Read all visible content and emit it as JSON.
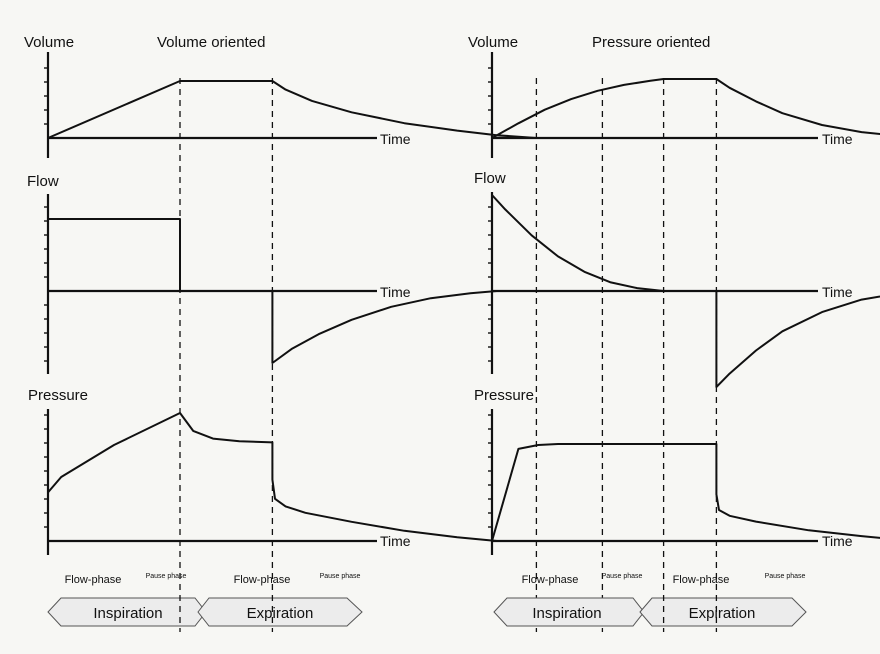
{
  "figure": {
    "panels": [
      {
        "title": "Volume oriented",
        "volume_label": "Volume",
        "flow_label": "Flow",
        "pressure_label": "Pressure",
        "time_label": "Time",
        "phases": [
          "Flow-phase",
          "Pause phase",
          "Flow-phase",
          "Pause phase"
        ],
        "inspiration_label": "Inspiration",
        "expiration_label": "Expiration"
      },
      {
        "title": "Pressure oriented",
        "volume_label": "Volume",
        "flow_label": "Flow",
        "pressure_label": "Pressure",
        "time_label": "Time",
        "phases": [
          "Flow-phase",
          "Pause phase",
          "Flow-phase",
          "Pause phase"
        ],
        "inspiration_label": "Inspiration",
        "expiration_label": "Expiration"
      }
    ]
  },
  "chart_data": [
    {
      "type": "line",
      "title": "Volume oriented",
      "boundaries": [
        1.0,
        1.7,
        3.7,
        4.2
      ],
      "series": [
        {
          "name": "Volume",
          "points": [
            [
              0,
              0
            ],
            [
              1,
              1
            ],
            [
              1.7,
              1
            ],
            [
              1.8,
              0.85
            ],
            [
              2.0,
              0.65
            ],
            [
              2.3,
              0.45
            ],
            [
              2.7,
              0.26
            ],
            [
              3.1,
              0.13
            ],
            [
              3.4,
              0.05
            ],
            [
              3.7,
              0
            ],
            [
              4.2,
              0
            ]
          ]
        },
        {
          "name": "Flow",
          "points": [
            [
              0,
              0
            ],
            [
              0,
              1
            ],
            [
              1,
              1
            ],
            [
              1,
              0
            ],
            [
              1.7,
              0
            ],
            [
              1.7,
              -1
            ],
            [
              1.85,
              -0.8
            ],
            [
              2.05,
              -0.6
            ],
            [
              2.3,
              -0.4
            ],
            [
              2.6,
              -0.22
            ],
            [
              2.9,
              -0.1
            ],
            [
              3.2,
              -0.03
            ],
            [
              3.4,
              0
            ],
            [
              4.2,
              0
            ]
          ]
        },
        {
          "name": "Pressure",
          "points": [
            [
              0,
              0.38
            ],
            [
              0.1,
              0.5
            ],
            [
              0.5,
              0.75
            ],
            [
              1,
              1
            ],
            [
              1.1,
              0.86
            ],
            [
              1.25,
              0.8
            ],
            [
              1.45,
              0.78
            ],
            [
              1.7,
              0.77
            ],
            [
              1.7,
              0.48
            ],
            [
              1.72,
              0.33
            ],
            [
              1.8,
              0.27
            ],
            [
              1.95,
              0.22
            ],
            [
              2.3,
              0.15
            ],
            [
              2.7,
              0.08
            ],
            [
              3.1,
              0.03
            ],
            [
              3.4,
              0
            ],
            [
              4.2,
              0
            ]
          ]
        }
      ]
    },
    {
      "type": "line",
      "title": "Pressure oriented",
      "boundaries": [
        1.3,
        1.7,
        3.3,
        3.8
      ],
      "series": [
        {
          "name": "Volume",
          "points": [
            [
              0,
              0
            ],
            [
              0.2,
              0.25
            ],
            [
              0.4,
              0.48
            ],
            [
              0.6,
              0.66
            ],
            [
              0.8,
              0.8
            ],
            [
              1.0,
              0.9
            ],
            [
              1.2,
              0.97
            ],
            [
              1.3,
              1
            ],
            [
              1.7,
              1
            ],
            [
              1.8,
              0.85
            ],
            [
              2.0,
              0.62
            ],
            [
              2.2,
              0.42
            ],
            [
              2.5,
              0.22
            ],
            [
              2.8,
              0.1
            ],
            [
              3.1,
              0.03
            ],
            [
              3.3,
              0
            ],
            [
              3.8,
              0
            ]
          ]
        },
        {
          "name": "Flow",
          "points": [
            [
              0,
              0
            ],
            [
              0,
              1
            ],
            [
              0.1,
              0.85
            ],
            [
              0.3,
              0.58
            ],
            [
              0.5,
              0.36
            ],
            [
              0.7,
              0.2
            ],
            [
              0.9,
              0.09
            ],
            [
              1.1,
              0.03
            ],
            [
              1.3,
              0
            ],
            [
              1.7,
              0
            ],
            [
              1.7,
              -1
            ],
            [
              1.8,
              -0.86
            ],
            [
              2.0,
              -0.62
            ],
            [
              2.2,
              -0.42
            ],
            [
              2.5,
              -0.22
            ],
            [
              2.8,
              -0.09
            ],
            [
              3.1,
              -0.02
            ],
            [
              3.3,
              0
            ],
            [
              3.8,
              0
            ]
          ]
        },
        {
          "name": "Pressure",
          "points": [
            [
              0,
              0
            ],
            [
              0.2,
              0.95
            ],
            [
              0.35,
              0.99
            ],
            [
              0.5,
              1
            ],
            [
              1.7,
              1
            ],
            [
              1.7,
              0.48
            ],
            [
              1.72,
              0.32
            ],
            [
              1.8,
              0.26
            ],
            [
              2.0,
              0.2
            ],
            [
              2.4,
              0.11
            ],
            [
              2.8,
              0.05
            ],
            [
              3.1,
              0.01
            ],
            [
              3.3,
              0
            ],
            [
              3.8,
              0
            ]
          ]
        }
      ]
    }
  ]
}
